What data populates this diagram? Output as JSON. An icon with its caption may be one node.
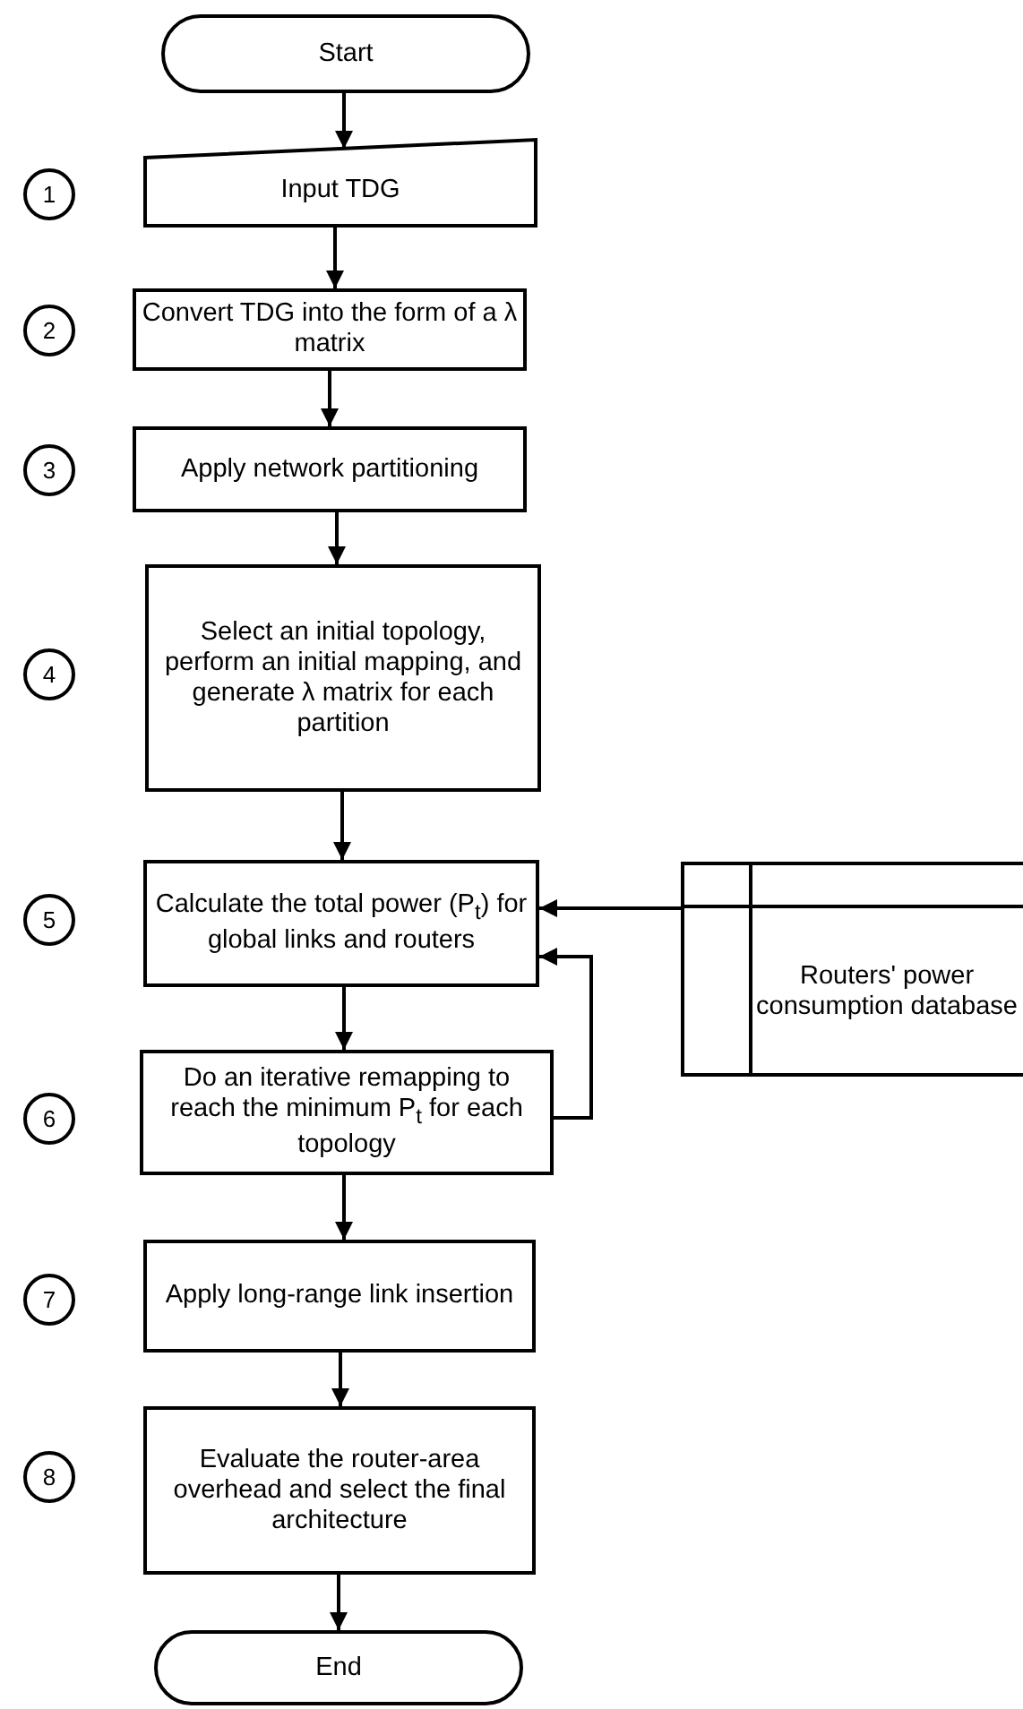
{
  "diagram": {
    "nodes": [
      {
        "text": [
          "Start"
        ]
      },
      {
        "text": [
          "Input TDG"
        ]
      },
      {
        "text": [
          "Convert TDG into the form of a λ matrix"
        ]
      },
      {
        "text": [
          "Apply network partitioning"
        ]
      },
      {
        "text": [
          "Select an initial topology, perform an initial mapping, and generate λ matrix for each partition"
        ]
      },
      {
        "text": [
          "Calculate the total power (P$_{t}$) for global links and routers"
        ]
      },
      {
        "text": [
          "Do an iterative remapping to reach the minimum P$_{t}$ for each topology"
        ]
      },
      {
        "text": [
          "Apply long-range link insertion"
        ]
      },
      {
        "text": [
          "Evaluate the router-area overhead and select the final architecture"
        ]
      },
      {
        "text": [
          "End"
        ]
      },
      {
        "text": [
          "Routers' power consumption database"
        ]
      },
      {
        "text": [
          "1"
        ]
      },
      {
        "text": [
          "2"
        ]
      },
      {
        "text": [
          "3"
        ]
      },
      {
        "text": [
          "4"
        ]
      },
      {
        "text": [
          "5"
        ]
      },
      {
        "text": [
          "6"
        ]
      },
      {
        "text": [
          "7"
        ]
      },
      {
        "text": [
          "8"
        ]
      }
    ],
    "edges": [
      {
        "from": 0,
        "to": 1,
        "arrow": "to"
      },
      {
        "from": 1,
        "to": 2,
        "arrow": "to"
      },
      {
        "from": 2,
        "to": 3,
        "arrow": "to"
      },
      {
        "from": 3,
        "to": 4,
        "arrow": "to"
      },
      {
        "from": 4,
        "to": 5,
        "arrow": "to"
      },
      {
        "from": 5,
        "to": 6,
        "arrow": "to"
      },
      {
        "from": 6,
        "to": 5,
        "arrow": "to"
      },
      {
        "from": 6,
        "to": 7,
        "arrow": "to"
      },
      {
        "from": 7,
        "to": 8,
        "arrow": "to"
      },
      {
        "from": 8,
        "to": 9,
        "arrow": "to"
      },
      {
        "from": 10,
        "to": 5,
        "arrow": "to"
      }
    ]
  }
}
